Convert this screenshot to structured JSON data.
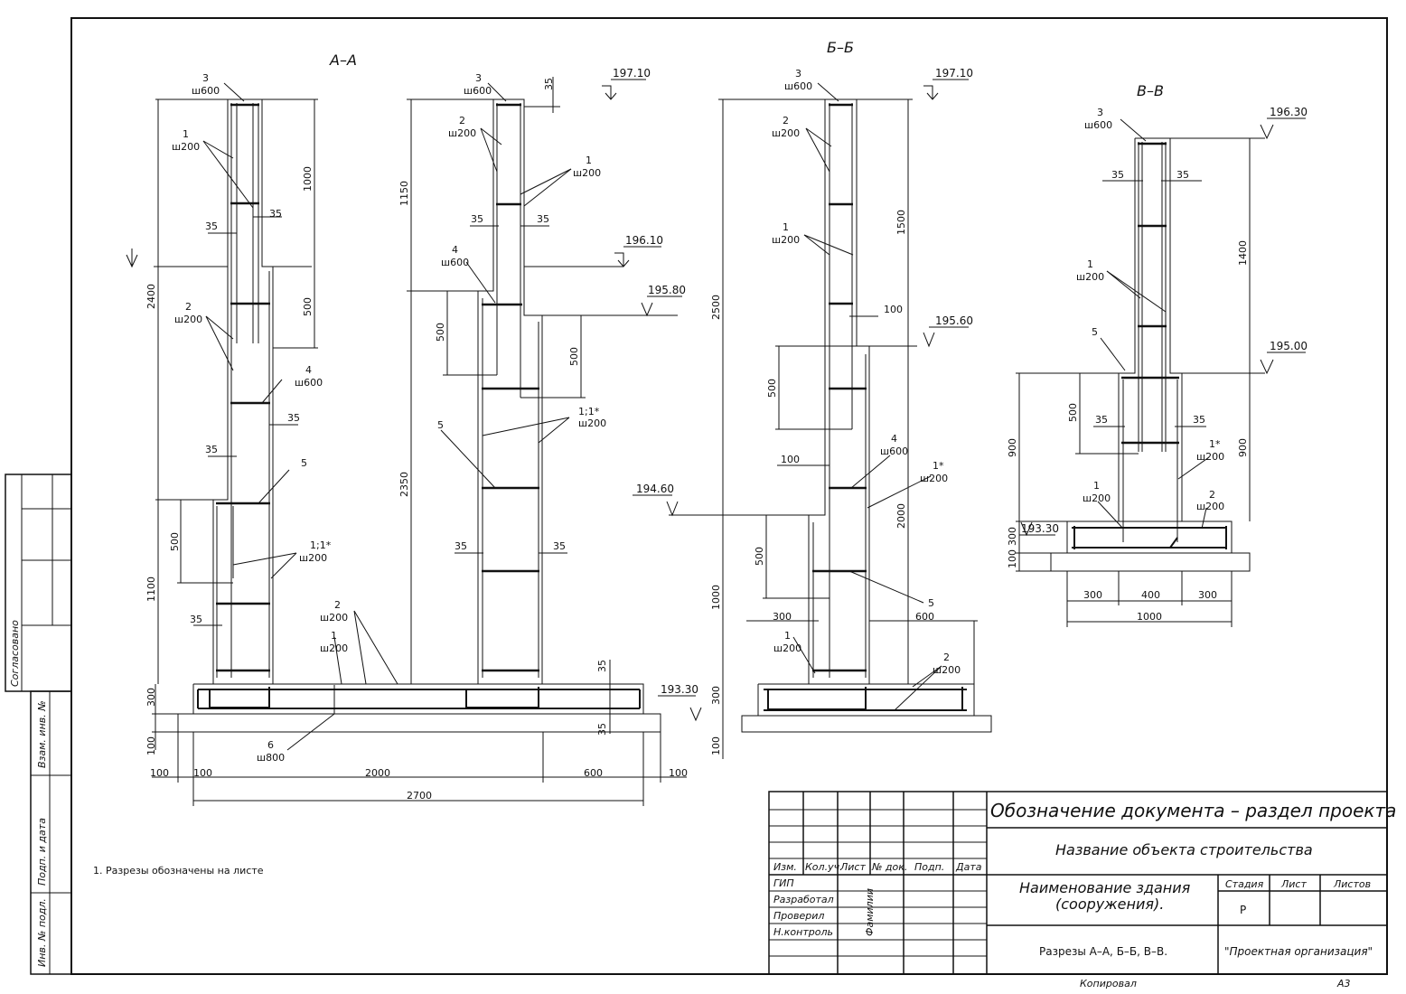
{
  "sections": {
    "aa": "А–А",
    "bb": "Б–Б",
    "vv": "В–В"
  },
  "levels": {
    "l19710a": "197.10",
    "l19710b": "197.10",
    "l19610": "196.10",
    "l19580": "195.80",
    "l19560": "195.60",
    "l19460": "194.60",
    "l19330a": "193.30",
    "l19330b": "193.30",
    "l19630": "196.30",
    "l19500": "195.00"
  },
  "dims": {
    "a2400": "2400",
    "a1100": "1100",
    "a1000": "1000",
    "a500r": "500",
    "a500l": "500",
    "a300": "300",
    "a100": "100",
    "a1150": "1150",
    "a2350": "2350",
    "b100": "100",
    "b2000": "2000",
    "b600": "600",
    "b100r": "100",
    "b2700": "2700",
    "a500m": "500",
    "a500n": "500",
    "a35_1": "35",
    "a35_2": "35",
    "a35_3": "35",
    "a35_4": "35",
    "a35_5": "35",
    "a35_6": "35",
    "a35_7": "35",
    "a35_8": "35",
    "a35_9": "35",
    "a35_10": "35",
    "bb2500": "2500",
    "bb1500": "1500",
    "bb2000": "2000",
    "bb1000": "1000",
    "bb500a": "500",
    "bb500b": "500",
    "bb300": "300",
    "bb100": "100",
    "bb100a": "100",
    "bb100b": "100",
    "bb300b": "300",
    "bb600": "600",
    "vv1400": "1400",
    "vv900l": "900",
    "vv900r": "900",
    "vv500": "500",
    "vv300": "300",
    "vv100": "100",
    "vv35a": "35",
    "vv35b": "35",
    "vv35c": "35",
    "vv35d": "35",
    "vv300a": "300",
    "vv400": "400",
    "vv300b": "300",
    "vv1000": "1000"
  },
  "labels": {
    "a3": "3",
    "a3s": "ш600",
    "a1": "1",
    "a1s": "ш200",
    "a2": "2",
    "a2s": "ш200",
    "a4": "4",
    "a4s": "ш600",
    "a5": "5",
    "a11": "1;1*",
    "a11s": "ш200",
    "m3": "3",
    "m3s": "ш600",
    "m2": "2",
    "m2s": "ш200",
    "m1": "1",
    "m1s": "ш200",
    "m4": "4",
    "m4s": "ш600",
    "m11": "1;1*",
    "m11s": "ш200",
    "m5": "5",
    "f2": "2",
    "f2s": "ш200",
    "f1": "1",
    "f1s": "ш200",
    "f6": "6",
    "f6s": "ш800",
    "b3": "3",
    "b3s": "ш600",
    "b2": "2",
    "b2s": "ш200",
    "b1": "1",
    "b1s": "ш200",
    "b4": "4",
    "b4s": "ш600",
    "b1x": "1*",
    "b1xs": "ш200",
    "b5": "5",
    "b1f": "1",
    "b1fs": "ш200",
    "b2f": "2",
    "b2fs": "ш200",
    "v3": "3",
    "v3s": "ш600",
    "v1": "1",
    "v1s": "ш200",
    "v5": "5",
    "v1x": "1*",
    "v1xs": "ш200",
    "v1f": "1",
    "v1fs": "ш200",
    "v2": "2",
    "v2s": "ш200"
  },
  "note": "1.  Разрезы обозначены на листе",
  "side": {
    "agreed": "Согласовано",
    "inv_replace": "Взам. инв. №",
    "sign_date": "Подп. и дата",
    "inv_orig": "Инв. № подл."
  },
  "title_block": {
    "doc_code": "Обозначение документа – раздел проекта",
    "object_name": "Название объекта строительства",
    "building_name_1": "Наименование здания",
    "building_name_2": "(сооружения).",
    "sheet_title": "Разрезы А–А, Б–Б, В–В.",
    "organization": "\"Проектная организация\"",
    "stage_header": "Стадия",
    "sheet_header": "Лист",
    "sheets_header": "Листов",
    "stage_value": "Р",
    "col_izm": "Изм.",
    "col_kol": "Кол.уч.",
    "col_list": "Лист",
    "col_ndoc": "№ док.",
    "col_podp": "Подп.",
    "col_data": "Дата",
    "role_gip": "ГИП",
    "role_dev": "Разработал",
    "role_check": "Проверил",
    "role_norm": "Н.контроль",
    "surnames": "Фамилии",
    "copied": "Копировал",
    "format": "А3"
  }
}
